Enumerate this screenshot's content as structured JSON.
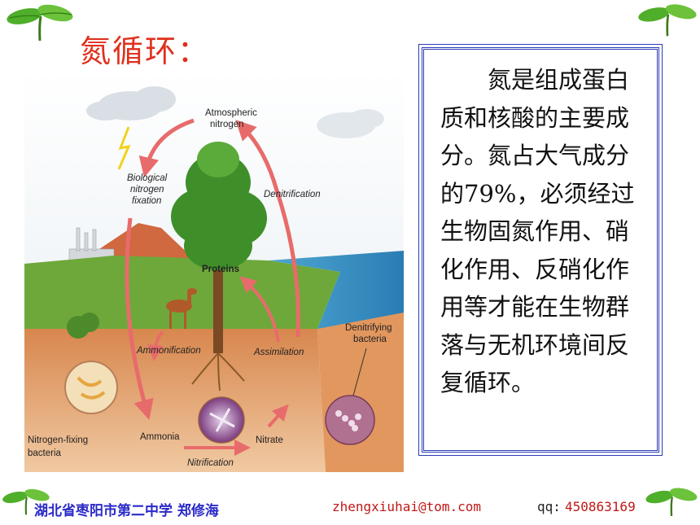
{
  "slide": {
    "title": "氮循环：",
    "body_text": "氮是组成蛋白质和核酸的主要成分。氮占大气成分的79%，必须经过生物固氮作用、硝化作用、反硝化作用等才能在生物群落与无机环境间反复循环。"
  },
  "diagram": {
    "labels": {
      "atmospheric_line1": "Atmospheric",
      "atmospheric_line2": "nitrogen",
      "bio_line1": "Biological",
      "bio_line2": "nitrogen",
      "bio_line3": "fixation",
      "denitrification": "Denitrification",
      "proteins": "Proteins",
      "ammonification": "Ammonification",
      "assimilation": "Assimilation",
      "denitrifying_line1": "Denitrifying",
      "denitrifying_line2": "bacteria",
      "nfix_line1": "Nitrogen-fixing",
      "nfix_line2": "bacteria",
      "ammonia": "Ammonia",
      "nitrification": "Nitrification",
      "nitrate": "Nitrate"
    }
  },
  "footer": {
    "school": "湖北省枣阳市第二中学  郑修海",
    "email": "zhengxiuhai@tom.com",
    "qq_label": "qq:",
    "qq": "450863169"
  },
  "colors": {
    "title": "#e0301e",
    "box_border": "#2d3cb4",
    "footer_blue": "#2a2ac8",
    "footer_red": "#c01818"
  }
}
